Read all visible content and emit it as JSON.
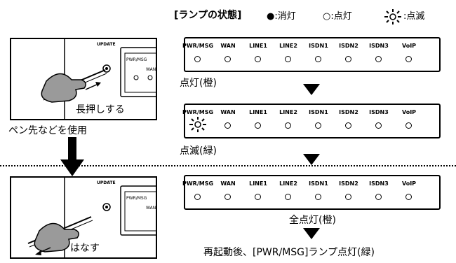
{
  "legend": {
    "title": "[ランプの状態]",
    "off": "●:消灯",
    "on": "○:点灯",
    "blink": ":点滅"
  },
  "panel_labels": [
    "PWR/MSG",
    "WAN",
    "LINE1",
    "LINE2",
    "ISDN1",
    "ISDN2",
    "ISDN3",
    "VoIP"
  ],
  "steps": {
    "s1_caption": "点灯(橙)",
    "s2_caption": "点滅(緑)",
    "s3_caption": "全点灯(橙)",
    "final_caption": "再起動後、[PWR/MSG]ランプ点灯(緑)"
  },
  "left": {
    "top_scene_label": "UPDATE",
    "top_scene_caption": "長押しする",
    "between_caption": "ペン先などを使用",
    "bottom_scene_label": "UPDATE",
    "bottom_scene_caption": "はなす",
    "device_label_1": "PWR/MSG",
    "device_label_2": "WAN"
  }
}
